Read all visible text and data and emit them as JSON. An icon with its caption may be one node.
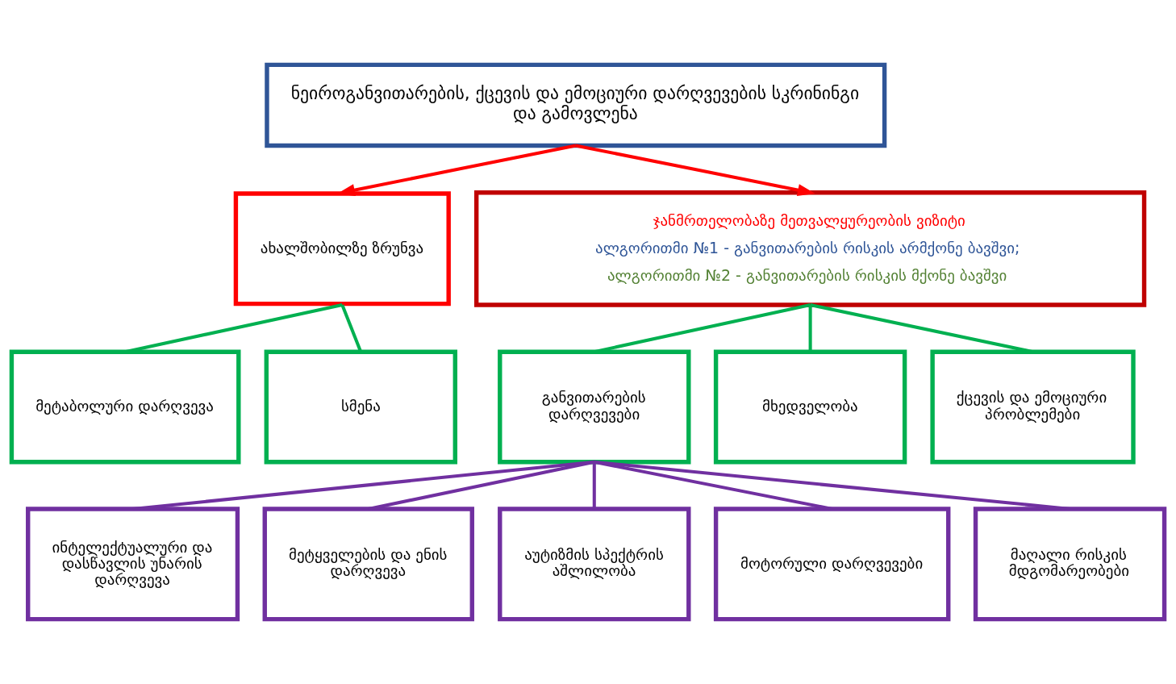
{
  "diagram": {
    "nodes": [
      {
        "text": [
          "ნეიროგანვითარების, ქცევის და ემოციური დარღვევების სკრინინგი და გამოვლენა"
        ]
      },
      {
        "text": [
          "ახალშობილზე ზრუნვა"
        ]
      },
      {
        "text": [
          "ჯანმრთელობაზე მეთვალყურეობის ვიზიტი",
          "ალგორითმი №1 - განვითარების რისკის არმქონე ბავშვი;",
          "ალგორითმი №2 - განვითარების რისკის მქონე ბავშვი"
        ]
      },
      {
        "text": [
          "მეტაბოლური დარღვევა"
        ]
      },
      {
        "text": [
          "სმენა"
        ]
      },
      {
        "text": [
          "განვითარების დარღვევები"
        ]
      },
      {
        "text": [
          "მხედველობა"
        ]
      },
      {
        "text": [
          "ქცევის და ემოციური პრობლემები"
        ]
      },
      {
        "text": [
          "ინტელექტუალური და დასწავლის უნარის დარღვევა"
        ]
      },
      {
        "text": [
          "მეტყველების და ენის დარღვევა"
        ]
      },
      {
        "text": [
          "აუტიზმის სპექტრის აშლილობა"
        ]
      },
      {
        "text": [
          "მოტორული დარღვევები"
        ]
      },
      {
        "text": [
          "მაღალი რისკის მდგომარეობები"
        ]
      }
    ],
    "edges": [
      {
        "from": 0,
        "to": 1,
        "arrow": "to",
        "color": "#ff0000"
      },
      {
        "from": 0,
        "to": 2,
        "arrow": "to",
        "color": "#ff0000"
      },
      {
        "from": 1,
        "to": 3,
        "arrow": "none",
        "color": "#00b050"
      },
      {
        "from": 1,
        "to": 4,
        "arrow": "none",
        "color": "#00b050"
      },
      {
        "from": 2,
        "to": 5,
        "arrow": "none",
        "color": "#00b050"
      },
      {
        "from": 2,
        "to": 6,
        "arrow": "none",
        "color": "#00b050"
      },
      {
        "from": 2,
        "to": 7,
        "arrow": "none",
        "color": "#00b050"
      },
      {
        "from": 5,
        "to": 8,
        "arrow": "none",
        "color": "#7030a0"
      },
      {
        "from": 5,
        "to": 9,
        "arrow": "none",
        "color": "#7030a0"
      },
      {
        "from": 5,
        "to": 10,
        "arrow": "none",
        "color": "#7030a0"
      },
      {
        "from": 5,
        "to": 11,
        "arrow": "none",
        "color": "#7030a0"
      },
      {
        "from": 5,
        "to": 12,
        "arrow": "none",
        "color": "#7030a0"
      }
    ]
  }
}
